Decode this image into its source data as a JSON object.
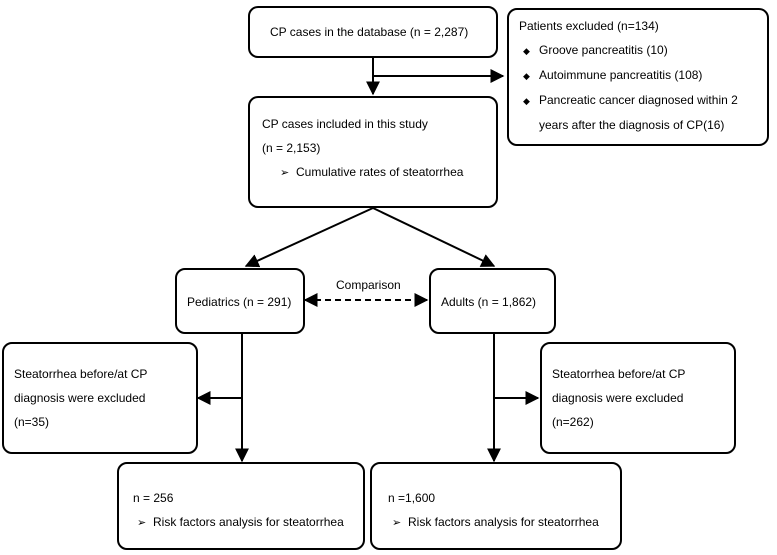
{
  "boxes": {
    "database": {
      "text": "CP cases in the database (n = 2,287)"
    },
    "excluded": {
      "title": "Patients excluded (n=134)",
      "items": [
        "Groove pancreatitis (10)",
        "Autoimmune pancreatitis (108)",
        "Pancreatic cancer diagnosed within 2"
      ],
      "item_continuation": "years after the diagnosis of CP(16)"
    },
    "included": {
      "line1": "CP cases included in this study",
      "line2": "(n = 2,153)",
      "sub_item": "Cumulative rates of steatorrhea"
    },
    "pediatrics": {
      "text": "Pediatrics (n = 291)"
    },
    "adults": {
      "text": "Adults (n = 1,862)"
    },
    "ped_excluded": {
      "lines": [
        "Steatorrhea before/at CP",
        "diagnosis were excluded",
        "(n=35)"
      ]
    },
    "adult_excluded": {
      "lines": [
        "Steatorrhea before/at CP",
        "diagnosis were excluded",
        "(n=262)"
      ]
    },
    "ped_final": {
      "line1": "n = 256",
      "sub_item": "Risk factors analysis for steatorrhea"
    },
    "adult_final": {
      "line1": "n =1,600",
      "sub_item": "Risk factors analysis for steatorrhea"
    }
  },
  "comparison_label": "Comparison",
  "glyphs": {
    "arrow_bullet": "➢",
    "diamond_bullet": "◆"
  },
  "colors": {
    "line": "#000000",
    "background": "#ffffff"
  }
}
